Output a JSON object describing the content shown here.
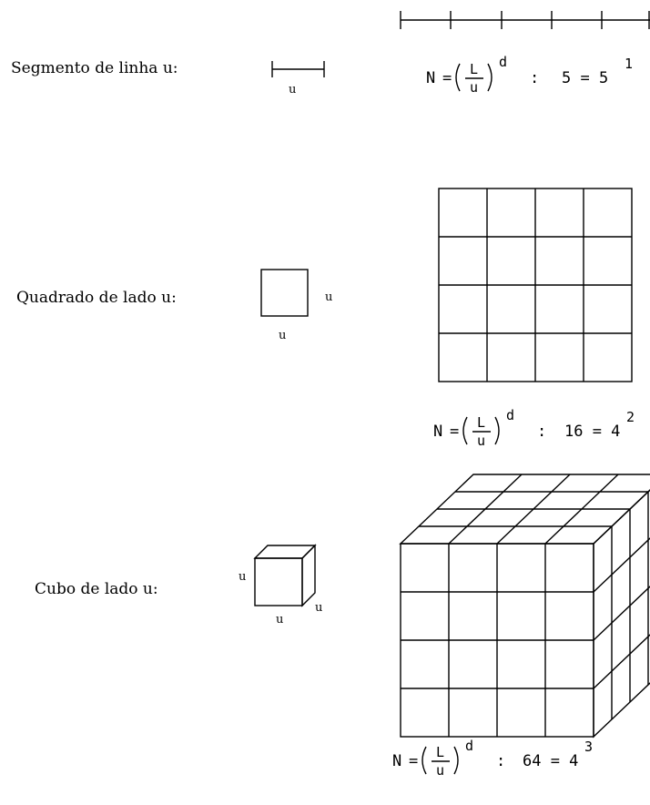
{
  "labels": {
    "segment": "Segmento de linha u:",
    "square": "Quadrado de lado u:",
    "cube": "Cubo de lado u:",
    "unit": "u"
  },
  "formula": {
    "N": "N",
    "equals": "=",
    "L": "L",
    "u": "u",
    "d": "d",
    "colon": ":",
    "segment_result": "5 = 5",
    "segment_exp": "1",
    "square_result": "16 = 4",
    "square_exp": "2",
    "cube_result": "64 = 4",
    "cube_exp": "3"
  }
}
